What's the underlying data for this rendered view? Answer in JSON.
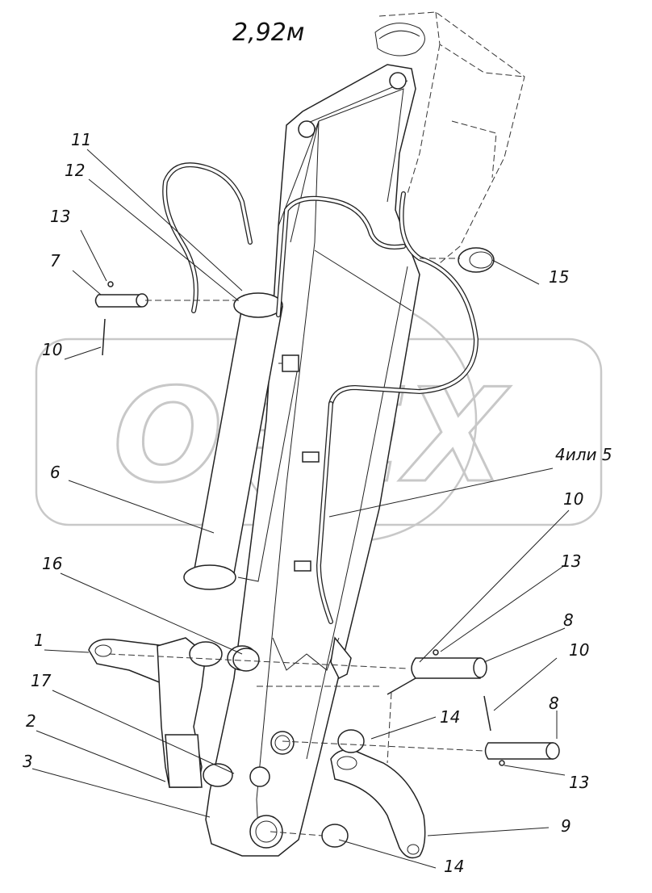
{
  "title": "2,92м",
  "watermark_text": "OPEX",
  "callouts": [
    {
      "id": "c11a",
      "text": "11"
    },
    {
      "id": "c12",
      "text": "12"
    },
    {
      "id": "c13a",
      "text": "13"
    },
    {
      "id": "c7",
      "text": "7"
    },
    {
      "id": "c10a",
      "text": "10"
    },
    {
      "id": "c15",
      "text": "15"
    },
    {
      "id": "c4",
      "text": "4или 5"
    },
    {
      "id": "c6",
      "text": "6"
    },
    {
      "id": "c10b",
      "text": "10"
    },
    {
      "id": "c16",
      "text": "16"
    },
    {
      "id": "c13b",
      "text": "13"
    },
    {
      "id": "c8a",
      "text": "8"
    },
    {
      "id": "c1",
      "text": "1"
    },
    {
      "id": "c10c",
      "text": "10"
    },
    {
      "id": "c17",
      "text": "17"
    },
    {
      "id": "c14a",
      "text": "14"
    },
    {
      "id": "c8b",
      "text": "8"
    },
    {
      "id": "c2",
      "text": "2"
    },
    {
      "id": "c13c",
      "text": "13"
    },
    {
      "id": "c3",
      "text": "3"
    },
    {
      "id": "c9",
      "text": "9"
    },
    {
      "id": "c14b",
      "text": "14"
    }
  ]
}
